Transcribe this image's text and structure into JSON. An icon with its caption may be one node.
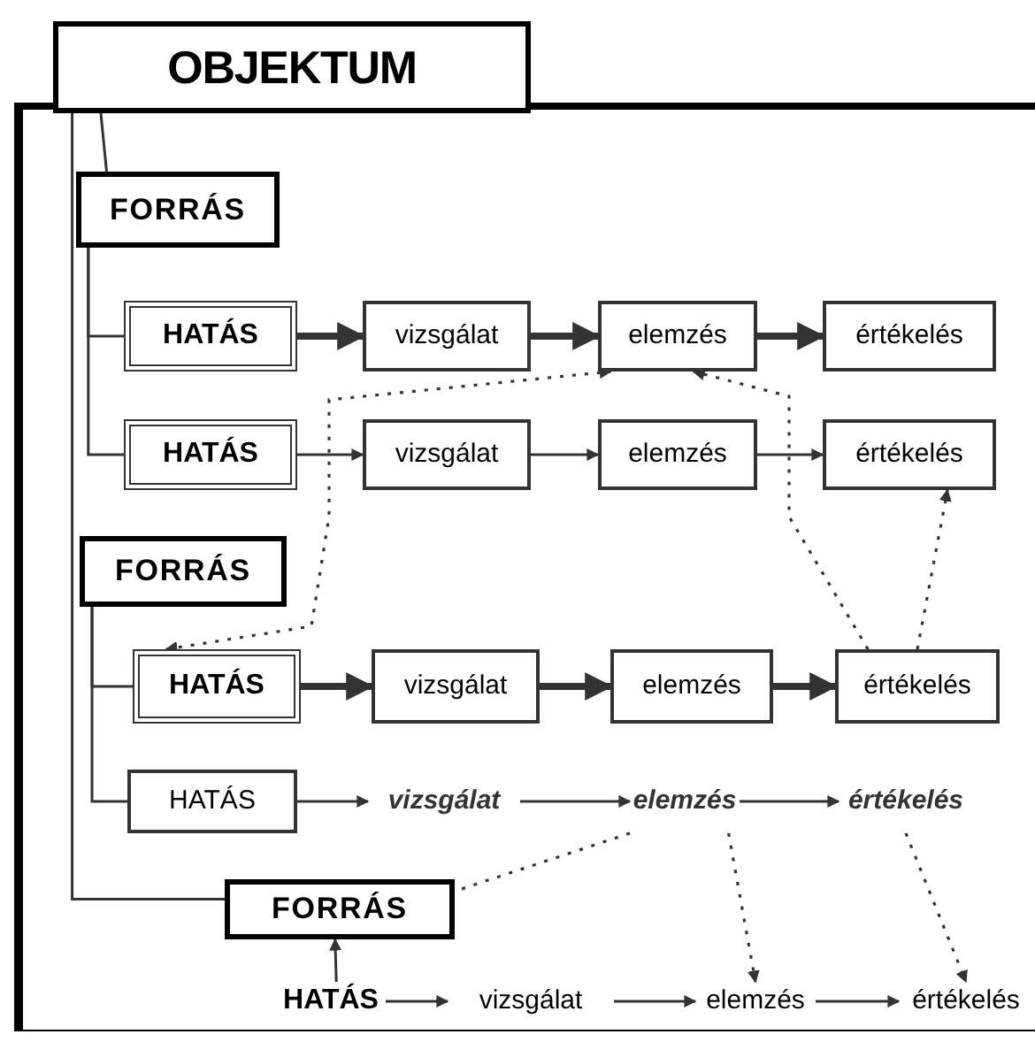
{
  "diagram": {
    "nodes": [
      {
        "text": [
          "OBJEKTUM"
        ]
      },
      {
        "text": [
          "FORRÁS"
        ]
      },
      {
        "text": [
          "HATÁS"
        ]
      },
      {
        "text": [
          "vizsgálat"
        ]
      },
      {
        "text": [
          "elemzés"
        ]
      },
      {
        "text": [
          "értékelés"
        ]
      },
      {
        "text": [
          "HATÁS"
        ]
      },
      {
        "text": [
          "vizsgálat"
        ]
      },
      {
        "text": [
          "elemzés"
        ]
      },
      {
        "text": [
          "értékelés"
        ]
      },
      {
        "text": [
          "FORRÁS"
        ]
      },
      {
        "text": [
          "HATÁS"
        ]
      },
      {
        "text": [
          "vizsgálat"
        ]
      },
      {
        "text": [
          "elemzés"
        ]
      },
      {
        "text": [
          "értékelés"
        ]
      },
      {
        "text": [
          "HATÁS"
        ]
      },
      {
        "text": [
          "vizsgálat"
        ]
      },
      {
        "text": [
          "elemzés"
        ]
      },
      {
        "text": [
          "értékelés"
        ]
      },
      {
        "text": [
          "FORRÁS"
        ]
      },
      {
        "text": [
          "HATÁS"
        ]
      },
      {
        "text": [
          "vizsgálat"
        ]
      },
      {
        "text": [
          "elemzés"
        ]
      },
      {
        "text": [
          "értékelés"
        ]
      }
    ],
    "edges": [
      {
        "from": 0,
        "to": 1,
        "arrow": "none"
      },
      {
        "from": 0,
        "to": 19,
        "arrow": "none"
      },
      {
        "from": 1,
        "to": 2,
        "arrow": "none"
      },
      {
        "from": 1,
        "to": 6,
        "arrow": "none"
      },
      {
        "from": 2,
        "to": 3,
        "arrow": "to",
        "style": "thick"
      },
      {
        "from": 3,
        "to": 4,
        "arrow": "to",
        "style": "thick"
      },
      {
        "from": 4,
        "to": 5,
        "arrow": "to",
        "style": "thick"
      },
      {
        "from": 6,
        "to": 7,
        "arrow": "to"
      },
      {
        "from": 7,
        "to": 8,
        "arrow": "to"
      },
      {
        "from": 8,
        "to": 9,
        "arrow": "to"
      },
      {
        "from": 10,
        "to": 11,
        "arrow": "none"
      },
      {
        "from": 10,
        "to": 15,
        "arrow": "none"
      },
      {
        "from": 11,
        "to": 12,
        "arrow": "to",
        "style": "thick"
      },
      {
        "from": 12,
        "to": 13,
        "arrow": "to",
        "style": "thick"
      },
      {
        "from": 13,
        "to": 14,
        "arrow": "to",
        "style": "thick"
      },
      {
        "from": 15,
        "to": 16,
        "arrow": "to"
      },
      {
        "from": 16,
        "to": 17,
        "arrow": "to"
      },
      {
        "from": 17,
        "to": 18,
        "arrow": "to"
      },
      {
        "from": 20,
        "to": 19,
        "arrow": "to"
      },
      {
        "from": 20,
        "to": 21,
        "arrow": "to"
      },
      {
        "from": 21,
        "to": 22,
        "arrow": "to"
      },
      {
        "from": 22,
        "to": 23,
        "arrow": "to"
      },
      {
        "from": 11,
        "to": 4,
        "arrow": "both",
        "style": "dashed"
      },
      {
        "from": 14,
        "to": 4,
        "arrow": "to",
        "style": "dashed"
      },
      {
        "from": 14,
        "to": 9,
        "arrow": "to",
        "style": "dashed"
      },
      {
        "from": 17,
        "to": 19,
        "arrow": "none",
        "style": "dashed"
      },
      {
        "from": 17,
        "to": 22,
        "arrow": "to",
        "style": "dashed"
      },
      {
        "from": 18,
        "to": 23,
        "arrow": "to",
        "style": "dashed"
      }
    ]
  }
}
